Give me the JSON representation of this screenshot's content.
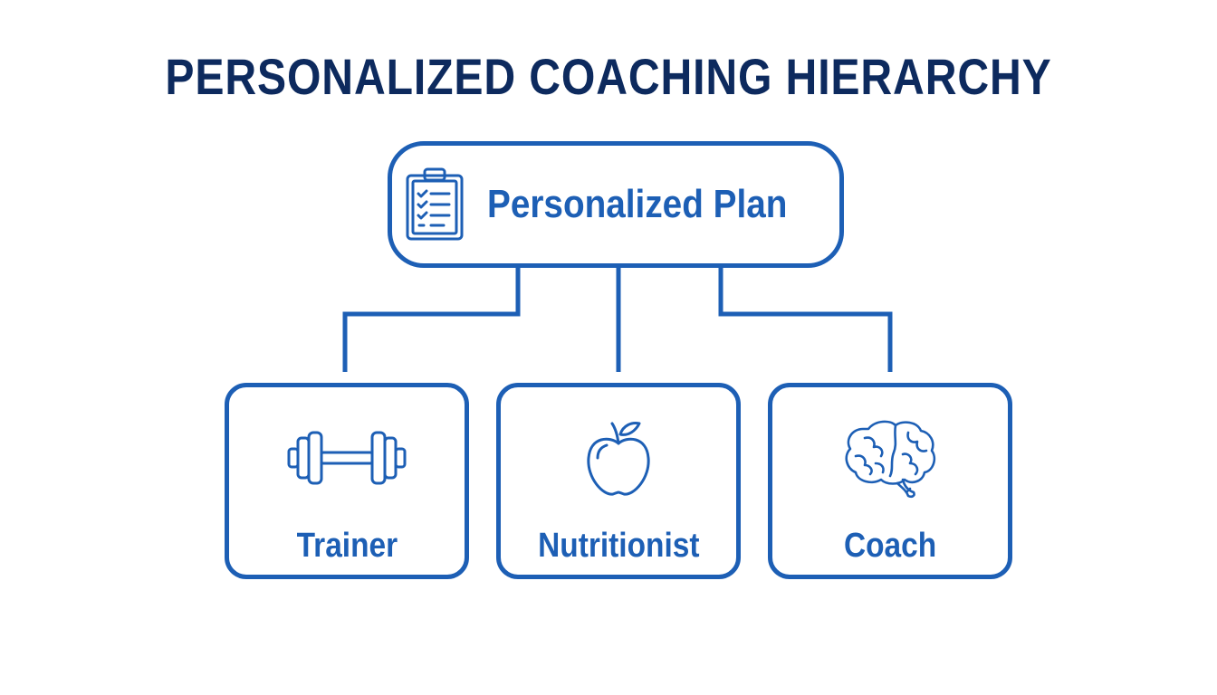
{
  "title": "PERSONALIZED COACHING HIERARCHY",
  "colors": {
    "title": "#0d2a5e",
    "accent": "#1d5fb5",
    "background": "#ffffff"
  },
  "root": {
    "label": "Personalized Plan",
    "icon": "clipboard-checklist-icon"
  },
  "children": [
    {
      "label": "Trainer",
      "icon": "dumbbell-icon"
    },
    {
      "label": "Nutritionist",
      "icon": "apple-icon"
    },
    {
      "label": "Coach",
      "icon": "brain-icon"
    }
  ]
}
